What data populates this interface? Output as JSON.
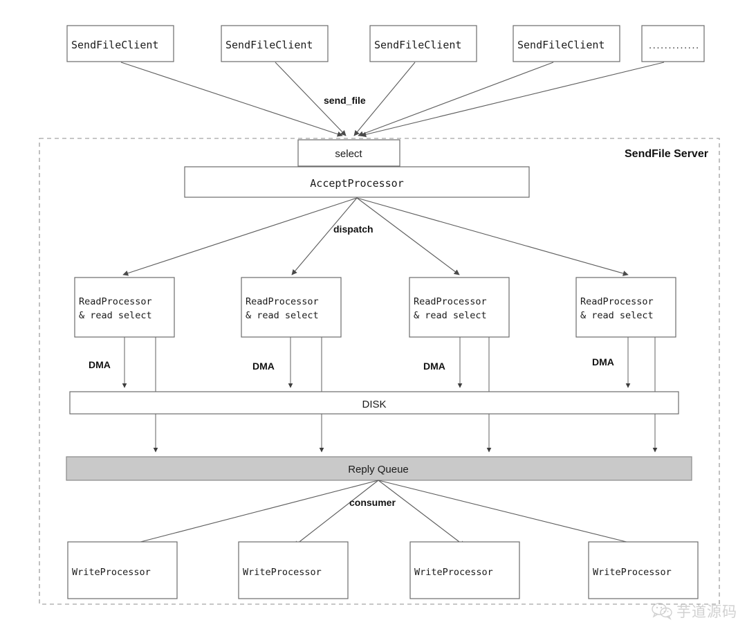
{
  "diagram": {
    "title": "SendFile Server",
    "container_label": "SendFile Server",
    "clients": [
      {
        "label": "SendFileClient"
      },
      {
        "label": "SendFileClient"
      },
      {
        "label": "SendFileClient"
      },
      {
        "label": "SendFileClient"
      },
      {
        "label": "............."
      }
    ],
    "edge_labels": {
      "send_file": "send_file",
      "dispatch": "dispatch",
      "consumer": "consumer",
      "dma": "DMA"
    },
    "select_box": {
      "label": "select"
    },
    "accept_processor": {
      "label": "AcceptProcessor"
    },
    "read_processors": [
      {
        "line1": "ReadProcessor",
        "line2": "& read select"
      },
      {
        "line1": "ReadProcessor",
        "line2": "& read select"
      },
      {
        "line1": "ReadProcessor",
        "line2": "& read select"
      },
      {
        "line1": "ReadProcessor",
        "line2": "& read select"
      }
    ],
    "dma_labels": [
      "DMA",
      "DMA",
      "DMA",
      "DMA"
    ],
    "disk": {
      "label": "DISK"
    },
    "reply_queue": {
      "label": "Reply Queue"
    },
    "write_processors": [
      {
        "label": "WriteProcessor"
      },
      {
        "label": "WriteProcessor"
      },
      {
        "label": "WriteProcessor"
      },
      {
        "label": "WriteProcessor"
      }
    ],
    "watermark": {
      "text": "芋道源码",
      "icon": "wechat-icon"
    },
    "colors": {
      "box_stroke": "#6b6b6b",
      "box_fill": "#ffffff",
      "queue_fill": "#c9c9c9",
      "edge": "#5e5e5e",
      "dashed": "#8d8d8d",
      "text": "#1a1a1a",
      "watermark": "#9a9a9a"
    }
  }
}
